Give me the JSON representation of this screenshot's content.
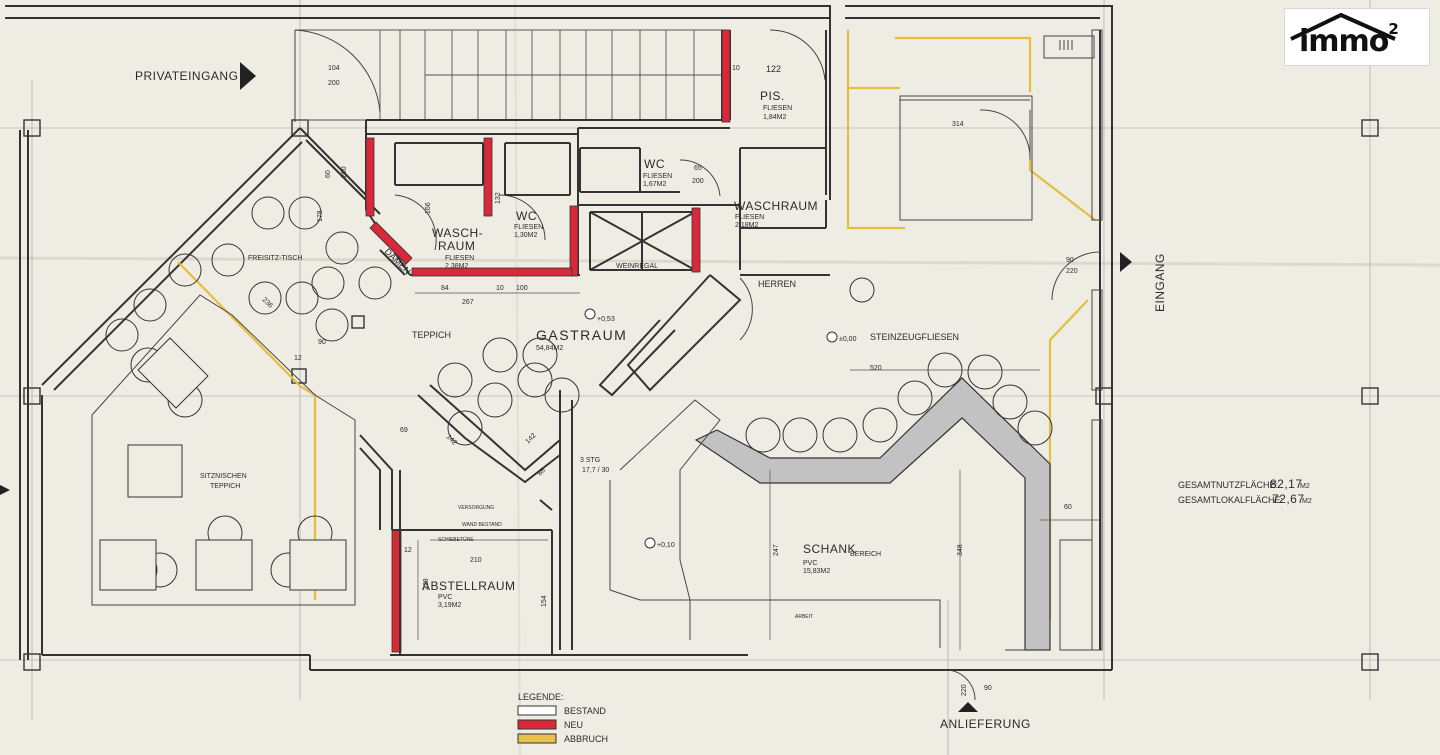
{
  "logo": {
    "text": "immo",
    "sup": "2"
  },
  "labels": {
    "privateingang": "PRIVATEINGANG",
    "eingang": "EINGANG",
    "anlieferung": "ANLIEFERUNG",
    "pis": "PIS.",
    "pis_sub": "FLIESEN",
    "pis_area": "1,84M2",
    "wc1": "WC",
    "wc1_sub": "FLIESEN",
    "wc1_area": "1,67M2",
    "wc2": "WC",
    "wc2_sub": "FLIESEN",
    "wc2_area": "1,30M2",
    "wasch_l1": "WASCH-",
    "wasch_l2": "RAUM",
    "wasch_sub": "FLIESEN",
    "wasch_area": "2,38M2",
    "damen": "DAMEN",
    "waschraum": "WASCHRAUM",
    "waschraum_sub": "FLIESEN",
    "waschraum_area": "2,18M2",
    "herren": "HERREN",
    "weinregal": "WEINREGAL",
    "freisitz": "FREISITZ-TISCH",
    "teppich": "TEPPICH",
    "gastraum": "GASTRAUM",
    "gastraum_area": "54,84M2",
    "steinzeug": "STEINZEUGFLIESEN",
    "sitznischen": "SITZNISCHEN",
    "sitznischen_sub": "TEPPICH",
    "schank": "SCHANK",
    "schank_sub": "BEREICH",
    "schank_mat": "PVC",
    "schank_area": "15,83M2",
    "abstellraum": "ABSTELLRAUM",
    "abstell_mat": "PVC",
    "abstell_area": "3,19M2",
    "versorgung": "VERSORGUNG",
    "wand_bestand": "WAND BESTAND",
    "schiebetuere": "SCHIEBETÜRE",
    "stg_l1": "3 STG",
    "stg_l2": "17,7 / 30",
    "arbeit": "ARBEIT",
    "gesamtnutz_label": "GESAMTNUTZFLÄCHE:",
    "gesamtnutz_value": "82,17",
    "gesamtnutz_unit": "M2",
    "gesamtlokal_label": "GESAMTLOKALFLÄCHE:",
    "gesamtlokal_value": "72,67",
    "gesamtlokal_unit": "M2",
    "lvl_053": "+0,53",
    "lvl_000": "±0,00",
    "lvl_010": "+0,10"
  },
  "dimensions": {
    "d104": "104",
    "d200a": "200",
    "d122": "122",
    "d10a": "10",
    "d65": "65",
    "d200b": "200",
    "d60": "60",
    "d200c": "200",
    "d178": "178",
    "d166": "166",
    "d132": "132",
    "d84": "84",
    "d10b": "10",
    "d100": "100",
    "d267": "267",
    "d314": "314",
    "d90": "90",
    "d220": "220",
    "d520": "520",
    "d236": "236",
    "d12a": "12",
    "d90b": "90",
    "d69": "69",
    "d142a": "142",
    "d142b": "142",
    "d88": "88",
    "d247": "247",
    "d348": "348",
    "d60b": "60",
    "d210": "210",
    "d228": "228",
    "d154": "154",
    "d12b": "12",
    "d220b": "220",
    "d90c": "90"
  },
  "legend": {
    "title": "LEGENDE:",
    "items": [
      {
        "label": "BESTAND",
        "color": "#ffffff"
      },
      {
        "label": "NEU",
        "color": "#d8283a"
      },
      {
        "label": "ABBRUCH",
        "color": "#e8c24a"
      }
    ]
  },
  "colors": {
    "paper": "#efece3",
    "line": "#3a3a3a",
    "neu": "#d8283a",
    "abbruch": "#e2bf3c",
    "bar": "#b9b9b9"
  }
}
